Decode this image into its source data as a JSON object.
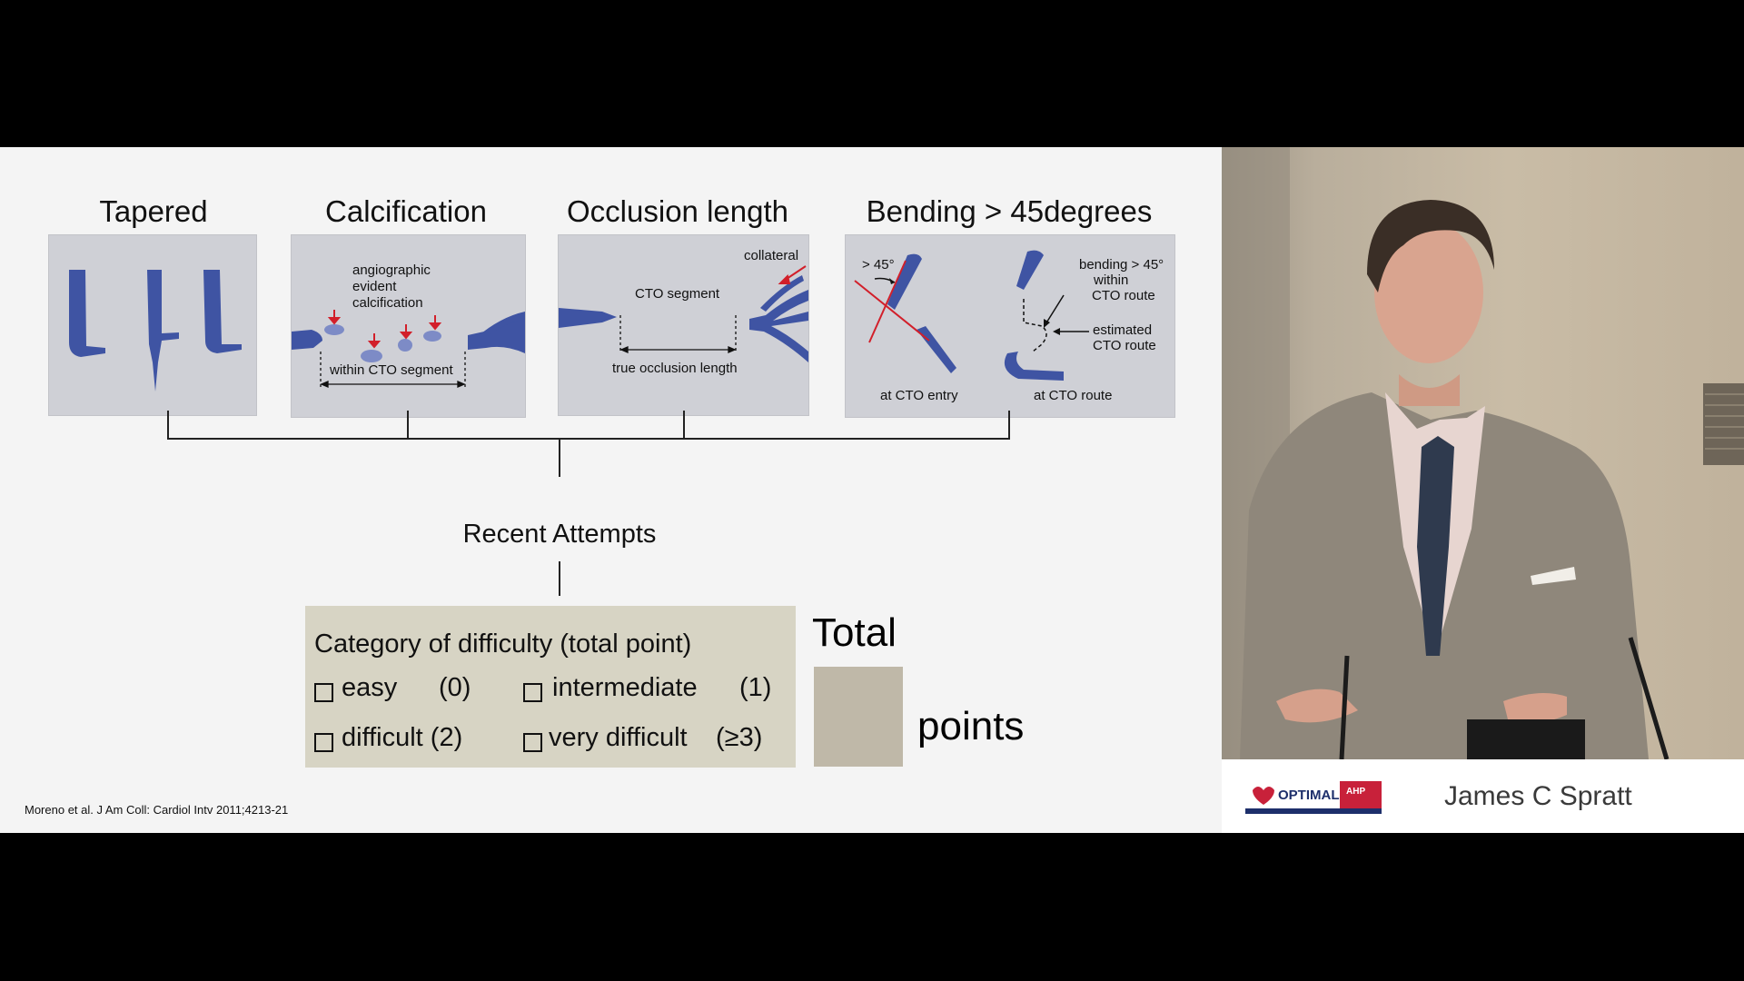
{
  "slide": {
    "panels": [
      {
        "title": "Tapered",
        "labels": []
      },
      {
        "title": "Calcification",
        "labels": [
          "angiographic",
          "evident",
          "calcification",
          "within CTO segment"
        ]
      },
      {
        "title": "Occlusion length",
        "labels": [
          "collateral",
          "CTO segment",
          "true occlusion length"
        ]
      },
      {
        "title": "Bending > 45degrees",
        "labels": [
          "> 45°",
          "bending > 45°",
          "within",
          "CTO route",
          "estimated",
          "CTO route",
          "at CTO entry",
          "at CTO route"
        ]
      }
    ],
    "recent_attempts": "Recent Attempts",
    "category": {
      "title": "Category of difficulty (total point)",
      "options": [
        {
          "label": "easy",
          "points": "(0)"
        },
        {
          "label": "intermediate",
          "points": "(1)"
        },
        {
          "label": "difficult (2)",
          "points": ""
        },
        {
          "label": "very difficult",
          "points": "(≥3)"
        }
      ]
    },
    "total_label": "Total",
    "points_label": "points",
    "citation": "Moreno et al. J Am Coll: Cardiol Intv 2011;4213-21"
  },
  "video": {
    "speaker_name": "James C Spratt",
    "logo_text": "OPTIMAL",
    "logo_badge": "AHP"
  },
  "colors": {
    "vessel": "#3f54a3",
    "vessel_light": "#7d8bc6",
    "arrow_red": "#d21f2a",
    "panel_bg": "#cfd0d6",
    "category_bg": "#d7d4c4",
    "total_box": "#bfb8a8"
  }
}
